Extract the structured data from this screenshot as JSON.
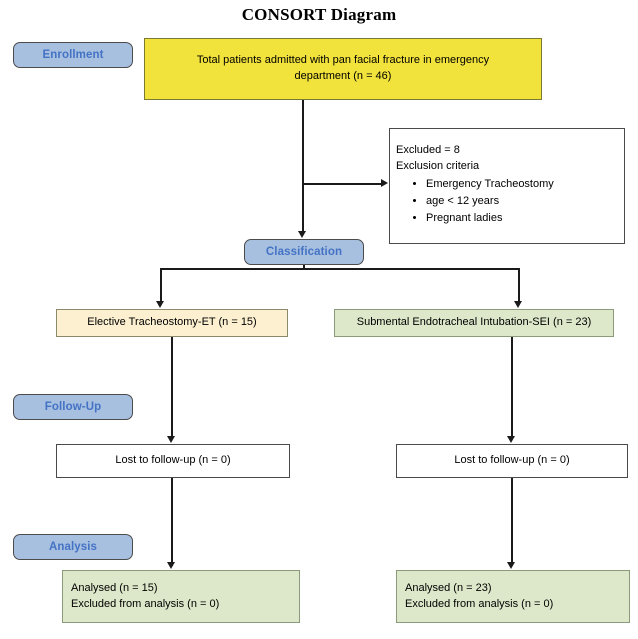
{
  "title": "CONSORT Diagram",
  "stages": [
    {
      "key": "enrollment",
      "label": "Enrollment"
    },
    {
      "key": "classification",
      "label": "Classification"
    },
    {
      "key": "followup",
      "label": "Follow-Up"
    },
    {
      "key": "analysis",
      "label": "Analysis"
    }
  ],
  "enrollment_box": {
    "line1": "Total patients admitted with pan facial fracture in emergency",
    "line2": "department (n = 46)"
  },
  "excluded_box": {
    "heading1": "Excluded = 8",
    "heading2": "Exclusion criteria",
    "criteria": [
      "Emergency Tracheostomy",
      "age < 12 years",
      "Pregnant ladies"
    ]
  },
  "arms": {
    "left": {
      "allocation": "Elective Tracheostomy-ET (n = 15)",
      "followup": "Lost to follow-up (n = 0)",
      "analysis_line1": "Analysed (n = 15)",
      "analysis_line2": "Excluded from analysis (n = 0)"
    },
    "right": {
      "allocation": "Submental Endotracheal Intubation-SEI (n = 23)",
      "followup": "Lost to follow-up (n = 0)",
      "analysis_line1": "Analysed (n = 23)",
      "analysis_line2": "Excluded from analysis (n = 0)"
    }
  },
  "colors": {
    "badge_fill": "#A7C0E0",
    "badge_text": "#4472C4",
    "enrollment_fill": "#F2E33C",
    "left_arm_fill": "#FCF0D0",
    "right_arm_fill": "#DDE8CA",
    "connector": "#1a1a1a"
  },
  "chart_data": {
    "type": "diagram",
    "title": "CONSORT Diagram",
    "nodes": [
      {
        "id": "enrolled",
        "stage": "Enrollment",
        "label": "Total patients admitted with pan facial fracture in emergency department",
        "n": 46
      },
      {
        "id": "excluded",
        "stage": "Enrollment",
        "label": "Excluded",
        "n": 8
      },
      {
        "id": "et_alloc",
        "stage": "Classification",
        "label": "Elective Tracheostomy-ET",
        "n": 15
      },
      {
        "id": "sei_alloc",
        "stage": "Classification",
        "label": "Submental Endotracheal Intubation-SEI",
        "n": 23
      },
      {
        "id": "et_lost",
        "stage": "Follow-Up",
        "label": "Lost to follow-up",
        "n": 0
      },
      {
        "id": "sei_lost",
        "stage": "Follow-Up",
        "label": "Lost to follow-up",
        "n": 0
      },
      {
        "id": "et_analysed",
        "stage": "Analysis",
        "label": "Analysed",
        "n": 15
      },
      {
        "id": "et_excluded",
        "stage": "Analysis",
        "label": "Excluded from analysis",
        "n": 0
      },
      {
        "id": "sei_analysed",
        "stage": "Analysis",
        "label": "Analysed",
        "n": 23
      },
      {
        "id": "sei_excluded",
        "stage": "Analysis",
        "label": "Excluded from analysis",
        "n": 0
      }
    ],
    "edges": [
      {
        "from": "enrolled",
        "to": "excluded"
      },
      {
        "from": "enrolled",
        "to": "et_alloc"
      },
      {
        "from": "enrolled",
        "to": "sei_alloc"
      },
      {
        "from": "et_alloc",
        "to": "et_lost"
      },
      {
        "from": "sei_alloc",
        "to": "sei_lost"
      },
      {
        "from": "et_lost",
        "to": "et_analysed"
      },
      {
        "from": "sei_lost",
        "to": "sei_analysed"
      }
    ]
  }
}
